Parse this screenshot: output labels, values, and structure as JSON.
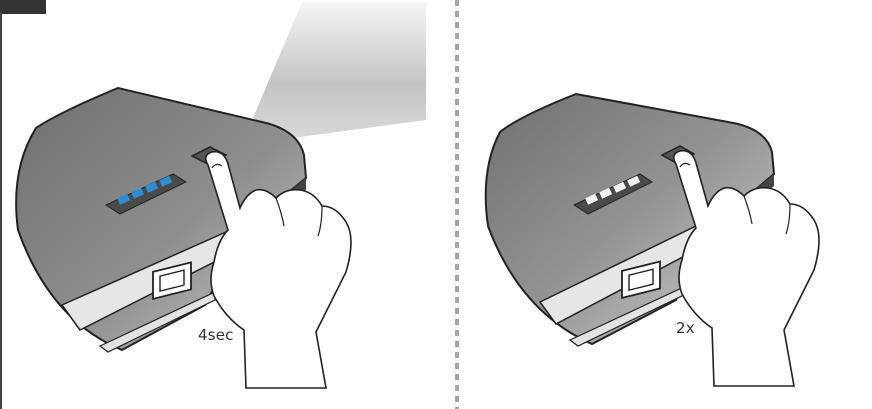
{
  "panels": [
    {
      "caption": "4sec",
      "indicator": "blue-led-bars",
      "led_color": "#2a8fd6"
    },
    {
      "caption": "2x",
      "indicator": "white-led-bars",
      "led_color": "#f2f2f2"
    }
  ],
  "colors": {
    "device_body": "#8c8c8c",
    "divider": "#a6a6a6",
    "outline": "#222222"
  }
}
